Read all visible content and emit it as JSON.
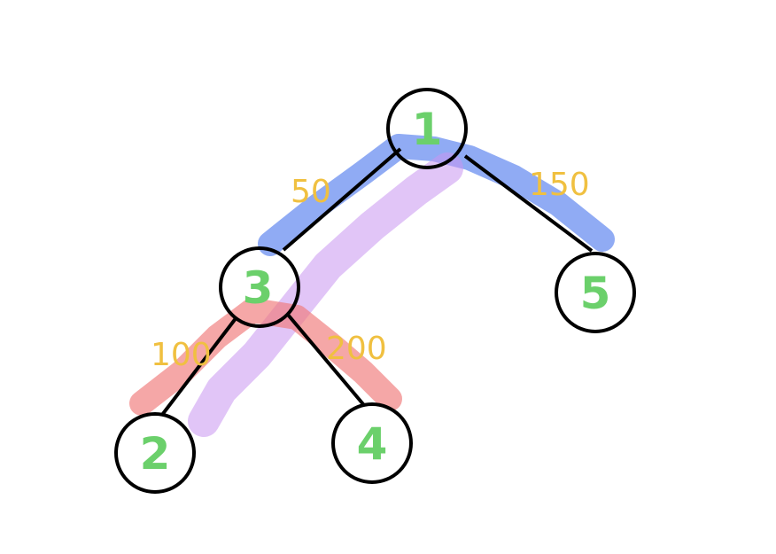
{
  "colors": {
    "node_stroke": "#000000",
    "node_label": "#6bd06b",
    "edge_line": "#000000",
    "edge_label": "#f0c040",
    "highlight_blue": "#6b8ff0",
    "highlight_purple": "#c896f0",
    "highlight_red": "#f07878"
  },
  "nodes": [
    {
      "id": "n1",
      "label": "1"
    },
    {
      "id": "n3",
      "label": "3"
    },
    {
      "id": "n5",
      "label": "5"
    },
    {
      "id": "n2",
      "label": "2"
    },
    {
      "id": "n4",
      "label": "4"
    }
  ],
  "edges": [
    {
      "id": "e1-3",
      "from": "n1",
      "to": "n3",
      "weight": "50"
    },
    {
      "id": "e1-5",
      "from": "n1",
      "to": "n5",
      "weight": "150"
    },
    {
      "id": "e3-2",
      "from": "n3",
      "to": "n2",
      "weight": "100"
    },
    {
      "id": "e3-4",
      "from": "n3",
      "to": "n4",
      "weight": "200"
    }
  ],
  "highlights": [
    {
      "id": "path-blue",
      "color": "blue"
    },
    {
      "id": "path-purple",
      "color": "purple"
    },
    {
      "id": "path-red",
      "color": "red"
    }
  ]
}
